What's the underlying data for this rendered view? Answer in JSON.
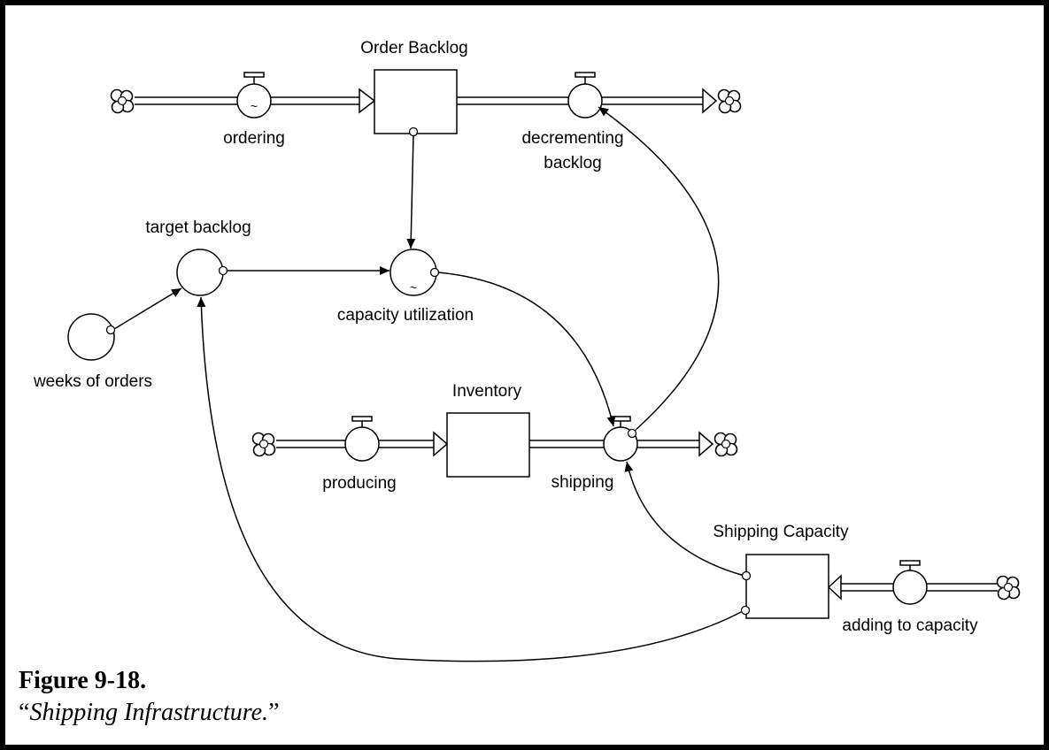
{
  "figure": {
    "title": "Figure 9-18.",
    "quote_open": "“",
    "subtitle": "Shipping Infrastructure.",
    "quote_close": "”"
  },
  "stocks": {
    "order_backlog": "Order Backlog",
    "inventory": "Inventory",
    "shipping_capacity": "Shipping Capacity"
  },
  "flows": {
    "ordering": "ordering",
    "decrementing_backlog_line1": "decrementing",
    "decrementing_backlog_line2": "backlog",
    "producing": "producing",
    "shipping": "shipping",
    "adding_to_capacity": "adding to capacity"
  },
  "auxiliaries": {
    "target_backlog": "target backlog",
    "capacity_utilization": "capacity utilization",
    "weeks_of_orders": "weeks of orders"
  },
  "icons": {
    "source_sink": "cloud-icon",
    "valve": "valve-icon",
    "graphical_function_marker": "~"
  }
}
